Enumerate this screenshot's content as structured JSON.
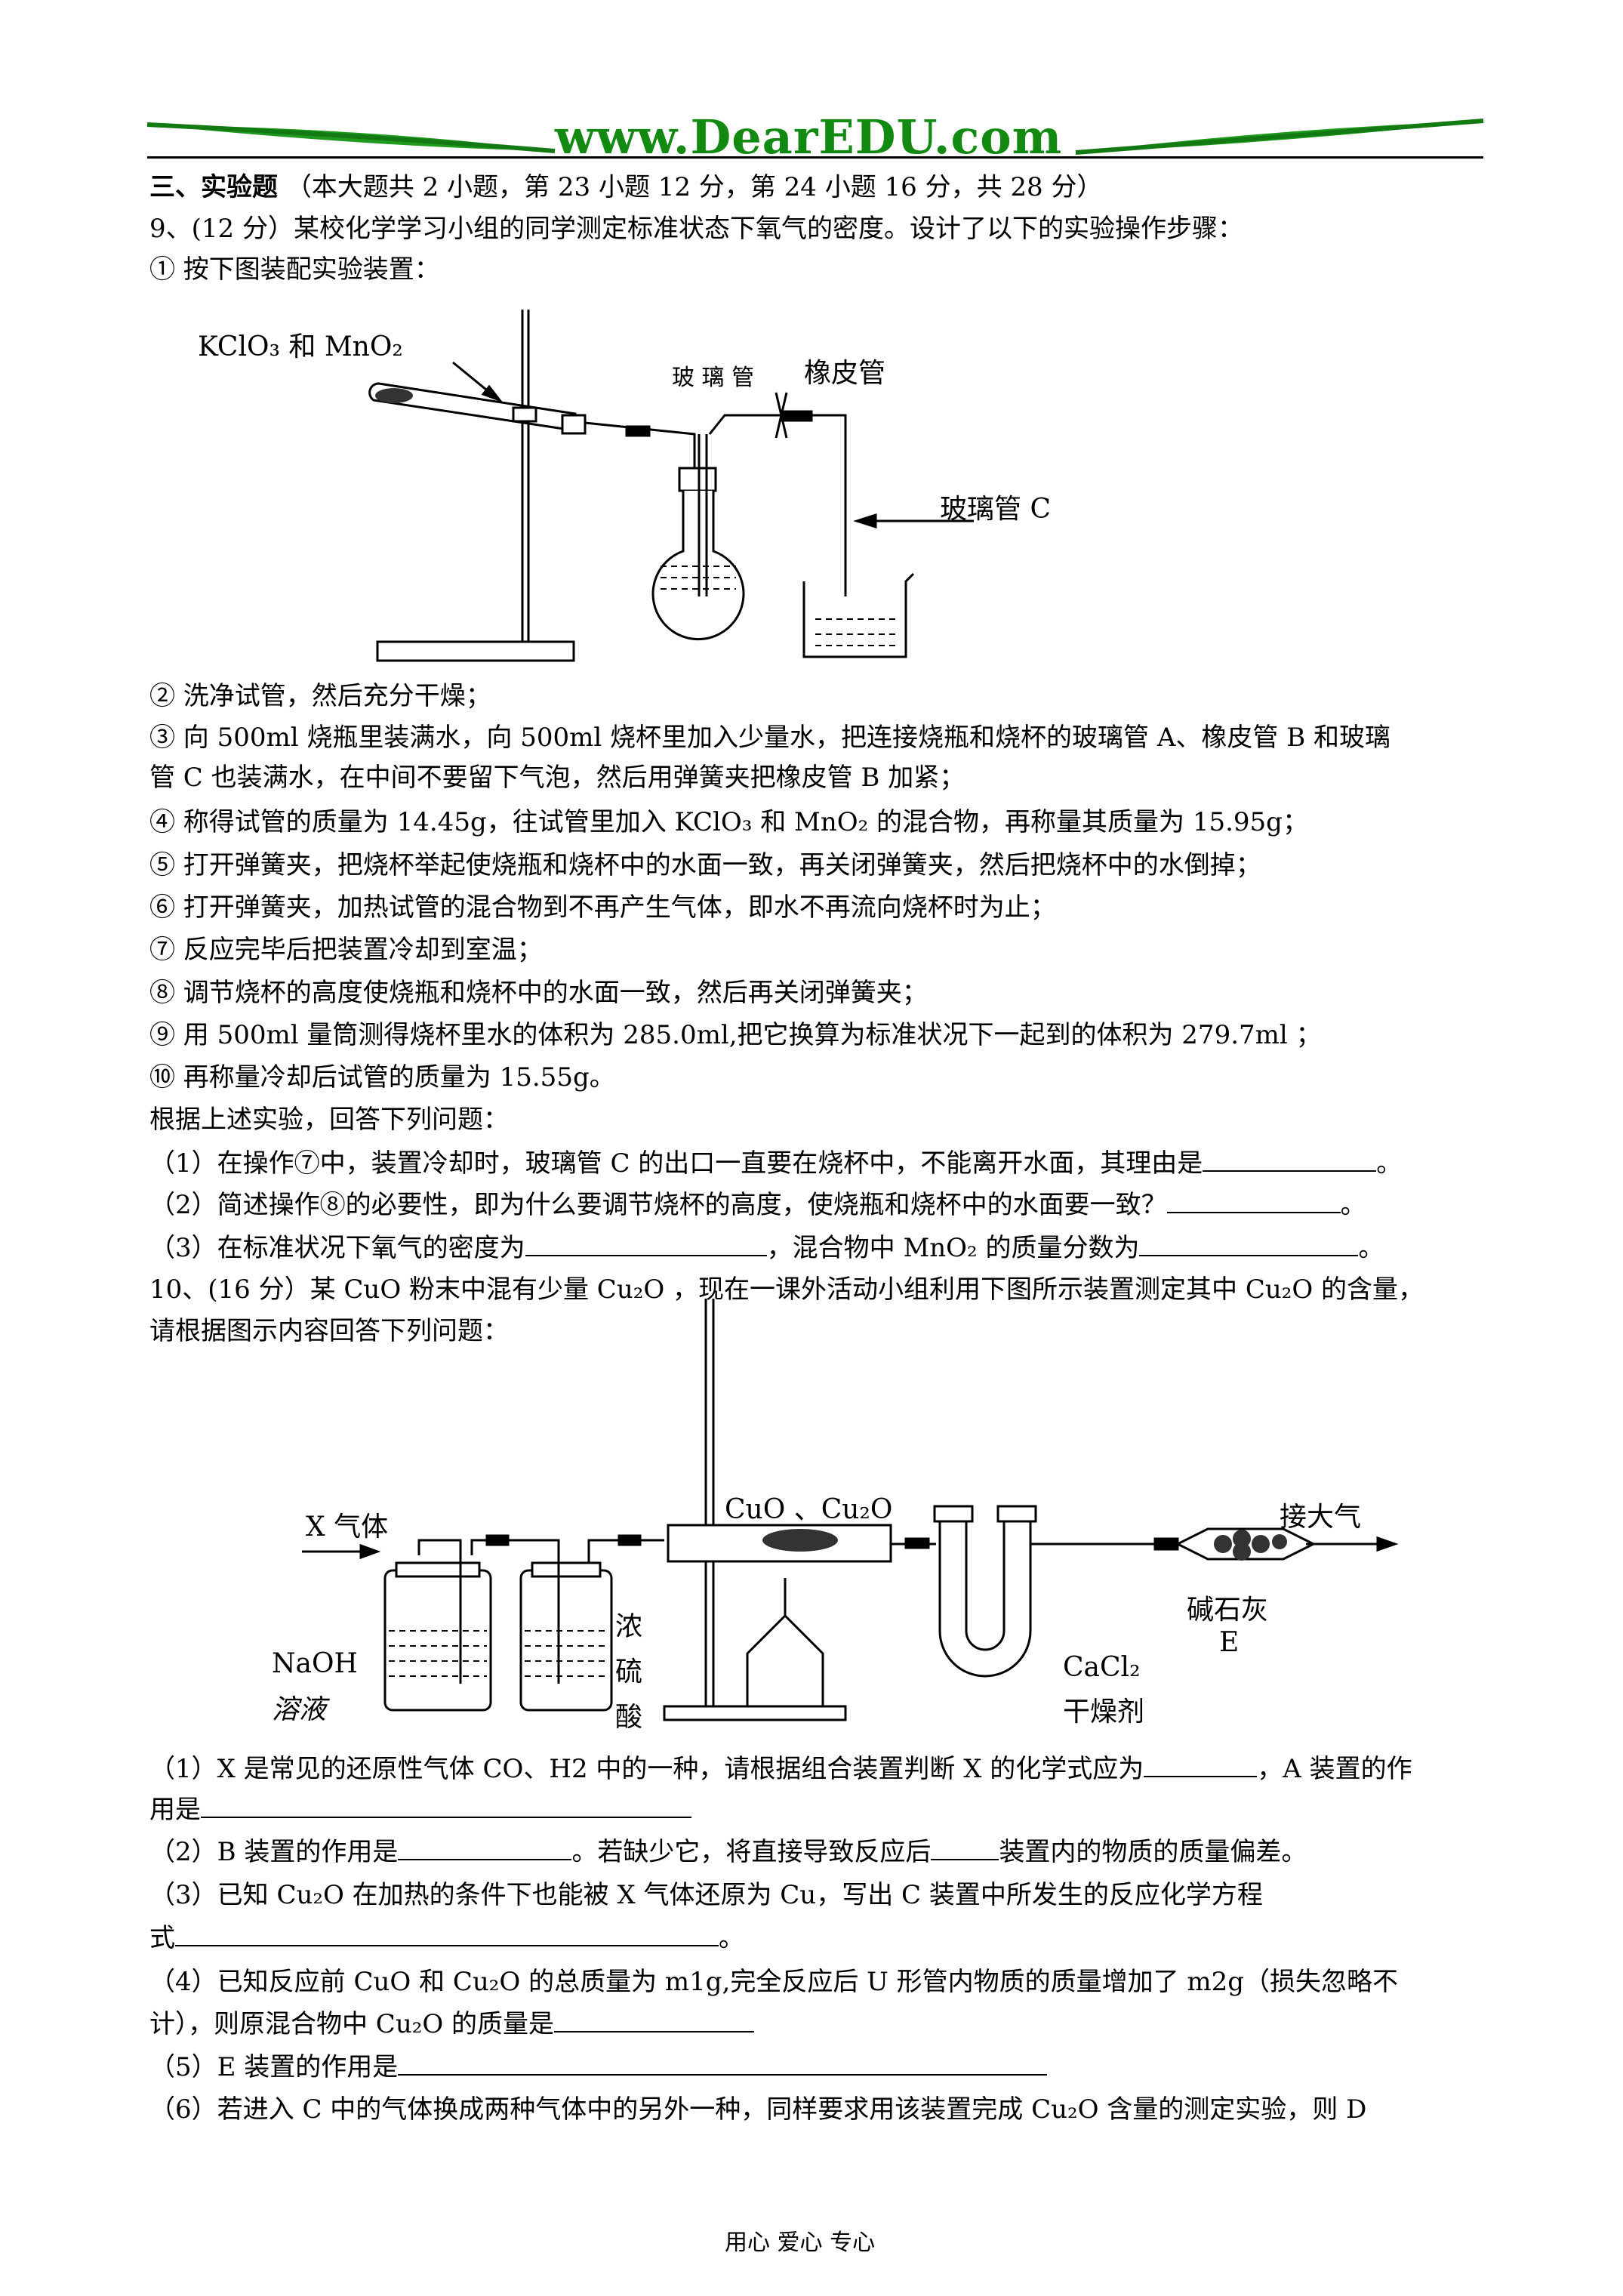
{
  "header": {
    "logo_text": "www.DearEDU.com"
  },
  "section": {
    "title": "三、实验题",
    "note": "（本大题共 2 小题，第 23 小题 12 分，第 24 小题 16 分，共 28 分）"
  },
  "q9": {
    "intro": "9、(12 分）某校化学学习小组的同学测定标准状态下氧气的密度。设计了以下的实验操作步骤：",
    "step1": "① 按下图装配实验装置：",
    "fig_labels": {
      "reagent": "KClO₃ 和 MnO₂",
      "glass_tube": "玻 璃 管",
      "rubber_tube": "橡皮管",
      "glass_tube_c": "玻璃管 C"
    },
    "step2": "② 洗净试管，然后充分干燥；",
    "step3a": "③ 向 500ml 烧瓶里装满水，向 500ml 烧杯里加入少量水，把连接烧瓶和烧杯的玻璃管 A、橡皮管 B 和玻璃",
    "step3b": "管 C 也装满水，在中间不要留下气泡，然后用弹簧夹把橡皮管 B 加紧；",
    "step4": "④ 称得试管的质量为 14.45g，往试管里加入 KClO₃ 和 MnO₂ 的混合物，再称量其质量为 15.95g；",
    "step5": "⑤ 打开弹簧夹，把烧杯举起使烧瓶和烧杯中的水面一致，再关闭弹簧夹，然后把烧杯中的水倒掉；",
    "step6": "⑥ 打开弹簧夹，加热试管的混合物到不再产生气体，即水不再流向烧杯时为止；",
    "step7": "⑦ 反应完毕后把装置冷却到室温；",
    "step8": "⑧ 调节烧杯的高度使烧瓶和烧杯中的水面一致，然后再关闭弹簧夹；",
    "step9": "⑨ 用 500ml 量筒测得烧杯里水的体积为 285.0ml,把它换算为标准状况下一起到的体积为 279.7ml ；",
    "step10": "⑩ 再称量冷却后试管的质量为 15.55g。",
    "prompt": "根据上述实验，回答下列问题：",
    "a1": "（1）在操作⑦中，装置冷却时，玻璃管 C 的出口一直要在烧杯中，不能离开水面，其理由是",
    "a2": "（2）简述操作⑧的必要性，即为什么要调节烧杯的高度，使烧瓶和烧杯中的水面要一致？",
    "a3a": "（3）在标准状况下氧气的密度为",
    "a3b": "，混合物中 MnO₂ 的质量分数为",
    "end": "。"
  },
  "q10": {
    "intro": "10、(16 分）某 CuO 粉末中混有少量 Cu₂O ，现在一课外活动小组利用下图所示装置测定其中 Cu₂O 的含量，",
    "intro2": "请根据图示内容回答下列问题：",
    "fig_labels": {
      "x_gas": "X 气体",
      "naoh": "NaOH",
      "solution": "溶液",
      "conc1": "浓",
      "conc2": "硫",
      "conc3": "酸",
      "cuo": "CuO 、Cu₂O",
      "cacl2": "CaCl₂",
      "drying": "干燥剂",
      "soda_lime": "碱石灰",
      "e": "E",
      "atmosphere": "接大气"
    },
    "b1a": "（1）X 是常见的还原性气体 CO、H2 中的一种，请根据组合装置判断 X 的化学式应为",
    "b1b": "，A 装置的作",
    "b1c": "用是",
    "b2a": "（2）B 装置的作用是",
    "b2b": "。若缺少它，将直接导致反应后",
    "b2c": "装置内的物质的质量偏差。",
    "b3a": "（3）已知 Cu₂O 在加热的条件下也能被 X 气体还原为 Cu，写出 C 装置中所发生的反应化学方程",
    "b3b": "式",
    "b4a": "（4）已知反应前 CuO 和 Cu₂O 的总质量为 m1g,完全反应后 U 形管内物质的质量增加了 m2g（损失忽略不",
    "b4b": "计），则原混合物中 Cu₂O 的质量是",
    "b5": "（5）E 装置的作用是",
    "b6": "（6）若进入 C 中的气体换成两种气体中的另外一种，同样要求用该装置完成 Cu₂O 含量的测定实验，则 D"
  },
  "footer": {
    "text": "用心  爱心  专心"
  }
}
